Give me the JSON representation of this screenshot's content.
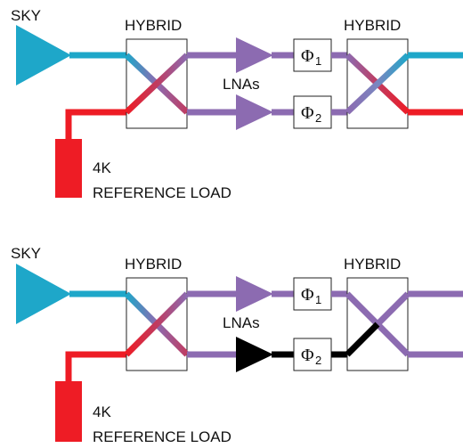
{
  "colors": {
    "sky": "#1ea7c9",
    "ref": "#ee1c25",
    "mix": "#8c6bb1",
    "dead": "#000000",
    "box_stroke": "#222222"
  },
  "panels": [
    {
      "sky_label": "SKY",
      "hybrid_left_label": "HYBRID",
      "hybrid_right_label": "HYBRID",
      "lna_label": "LNAs",
      "phase1": {
        "symbol": "Φ",
        "sub": "1"
      },
      "phase2": {
        "symbol": "Φ",
        "sub": "2"
      },
      "load_label_1": "4K",
      "load_label_2": "REFERENCE LOAD",
      "lna2_state": "working"
    },
    {
      "sky_label": "SKY",
      "hybrid_left_label": "HYBRID",
      "hybrid_right_label": "HYBRID",
      "lna_label": "LNAs",
      "phase1": {
        "symbol": "Φ",
        "sub": "1"
      },
      "phase2": {
        "symbol": "Φ",
        "sub": "2"
      },
      "load_label_1": "4K",
      "load_label_2": "REFERENCE LOAD",
      "lna2_state": "failed"
    }
  ]
}
